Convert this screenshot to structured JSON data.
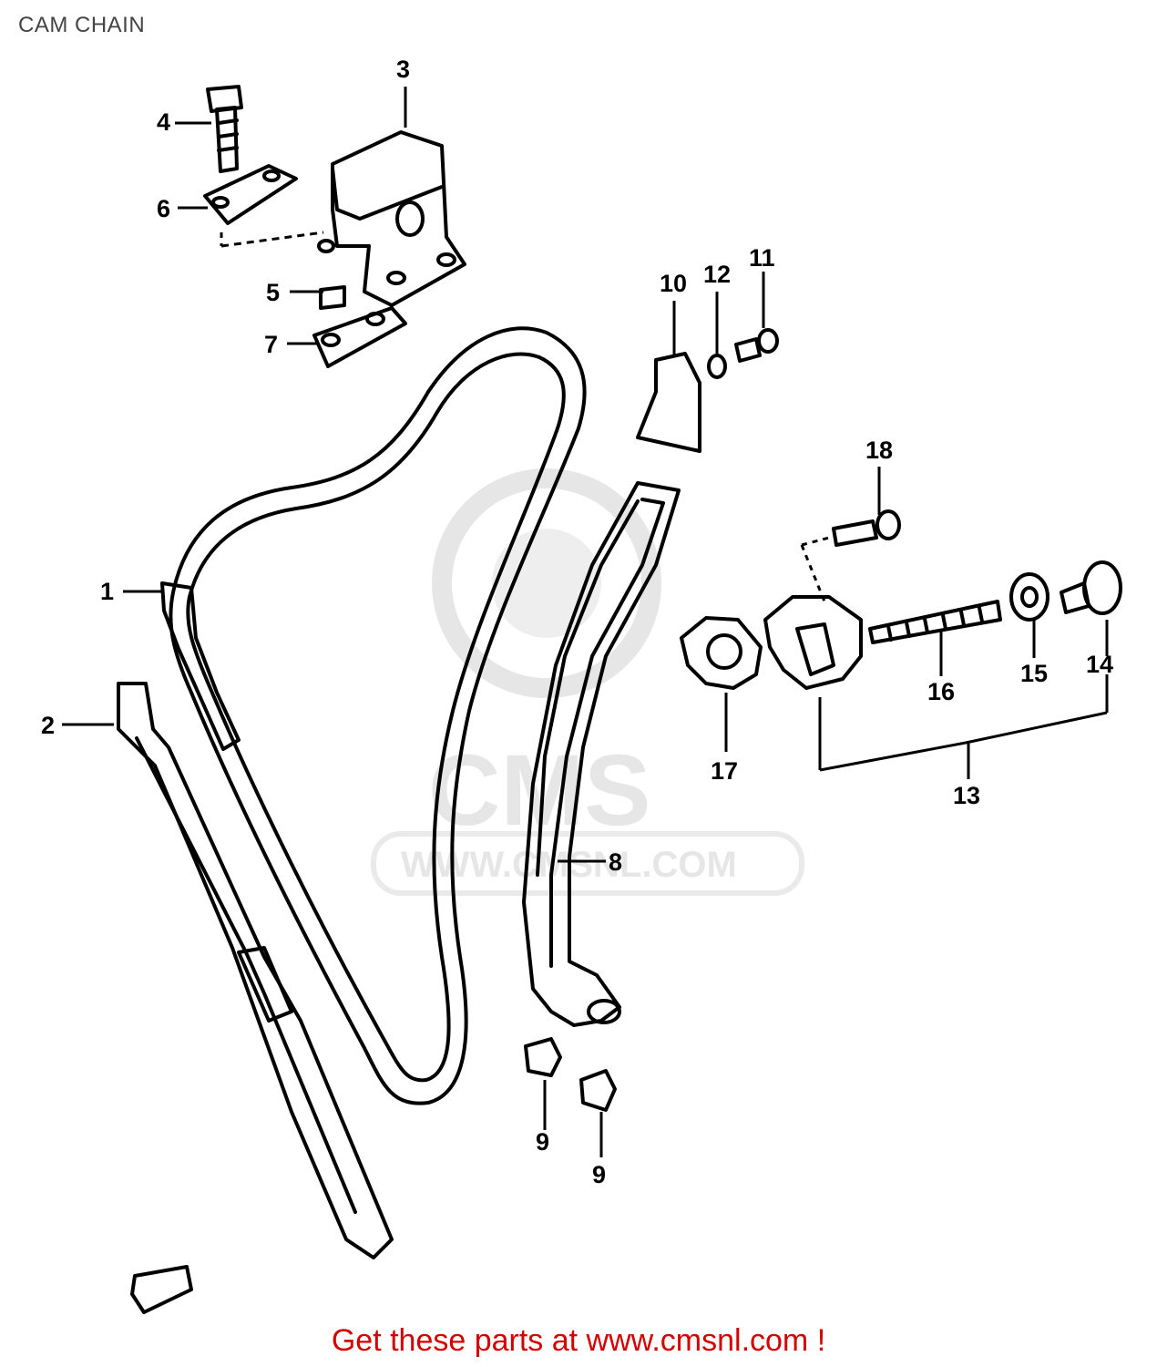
{
  "page": {
    "title": "CAM CHAIN",
    "footer_link": "Get these parts at www.cmsnl.com !"
  },
  "watermark": {
    "logo_text": "CMS",
    "url_text": "WWW.CMSNL.COM"
  },
  "callouts": [
    "1",
    "2",
    "3",
    "4",
    "5",
    "6",
    "7",
    "8",
    "9",
    "9",
    "10",
    "11",
    "12",
    "13",
    "14",
    "15",
    "16",
    "17",
    "18"
  ],
  "colors": {
    "footer": "#d40000",
    "title": "#444444",
    "watermark": "#e6e6e6"
  }
}
